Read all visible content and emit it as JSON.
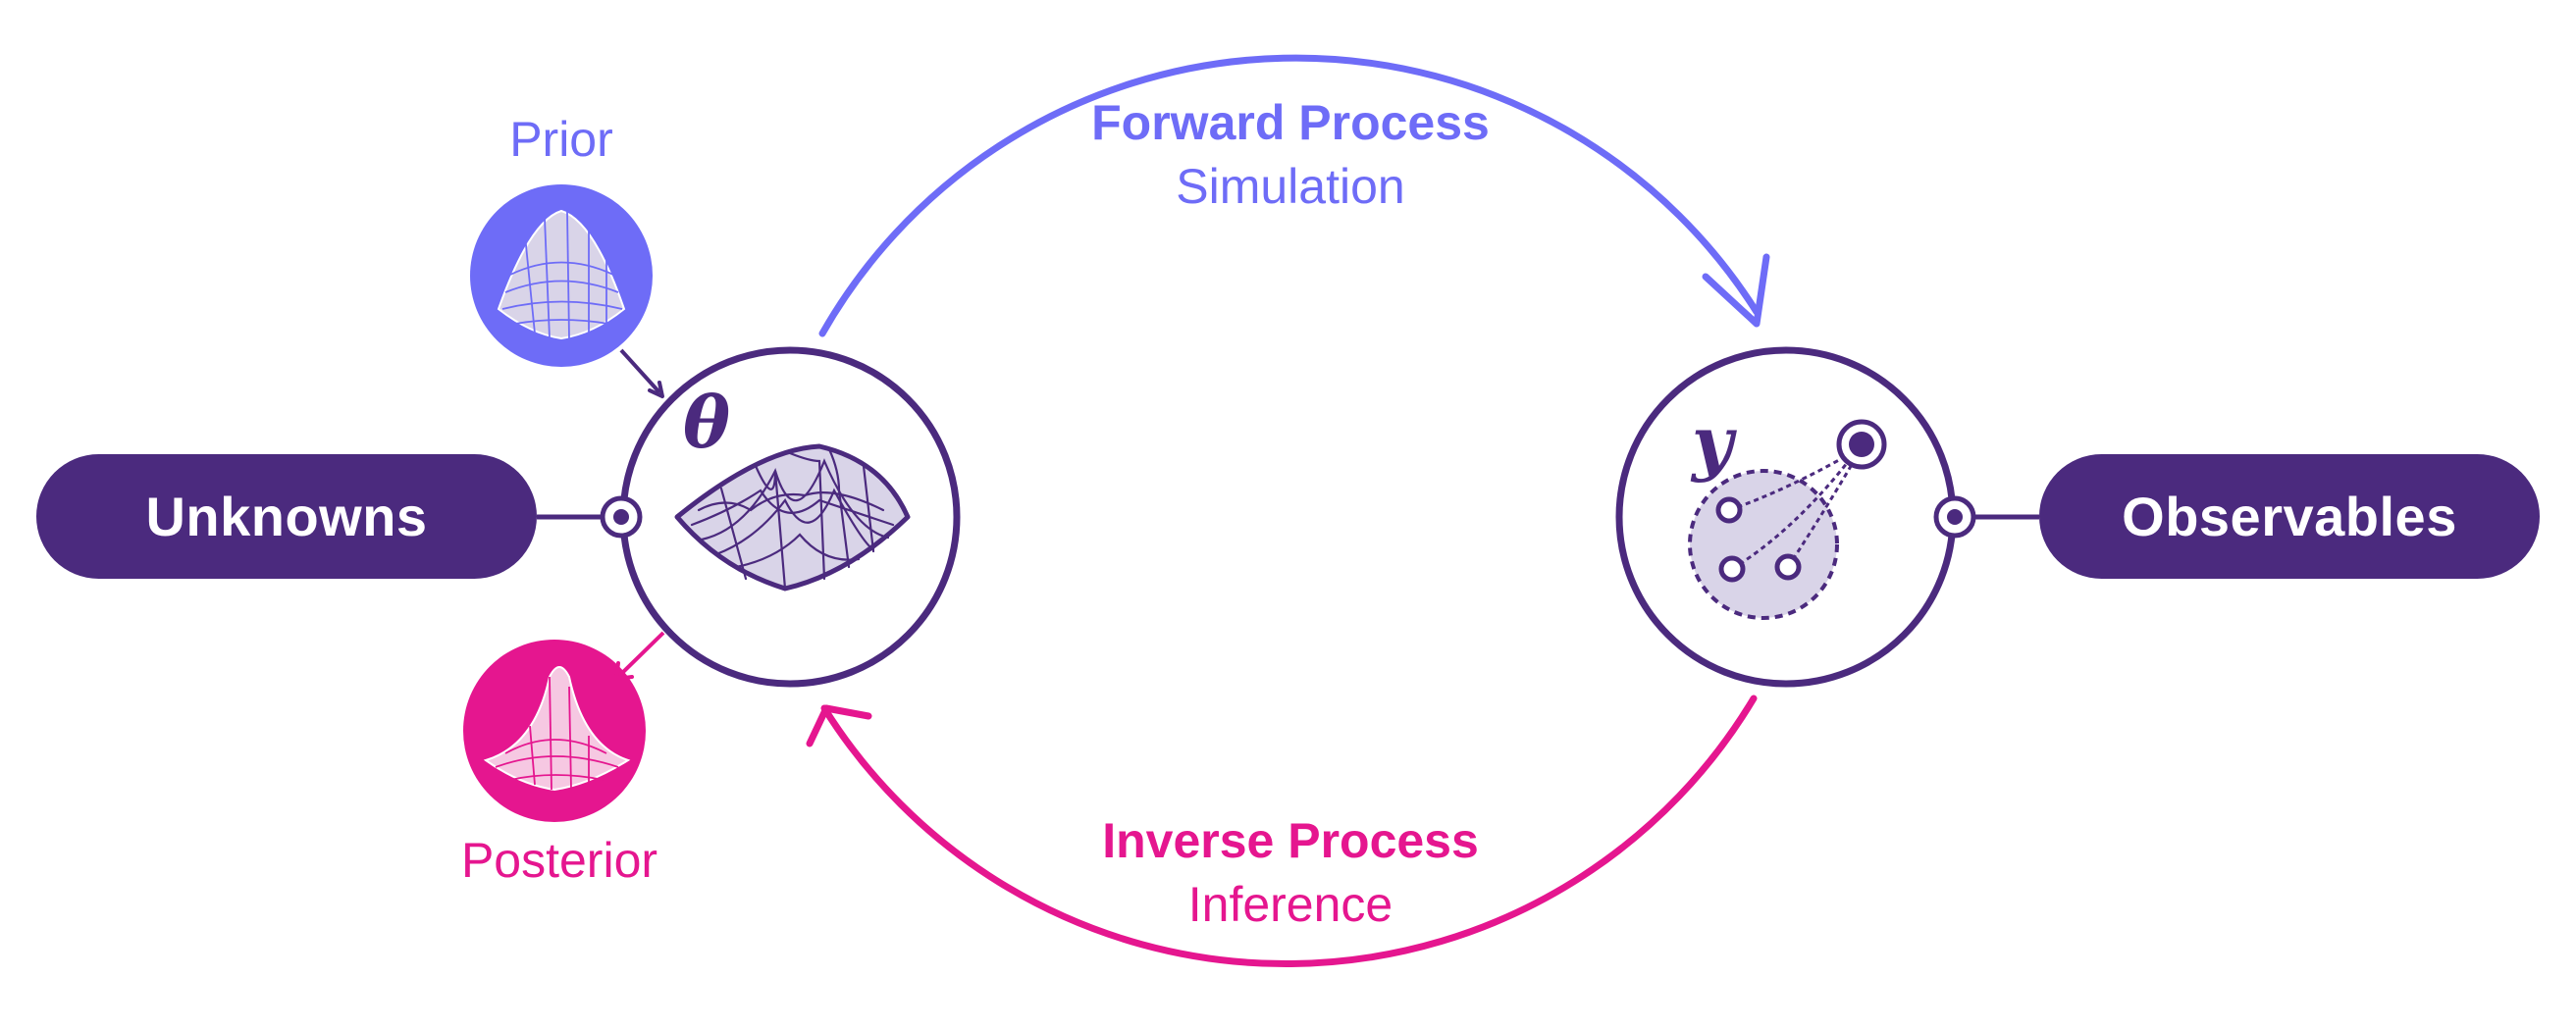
{
  "colors": {
    "purple": "#4b2a7e",
    "blue": "#6e6cf7",
    "pink": "#e5168f",
    "lavender": "#d9d4e8",
    "white": "#ffffff"
  },
  "nodes": {
    "unknowns": {
      "label": "Unknowns"
    },
    "observables": {
      "label": "Observables"
    },
    "theta": {
      "symbol": "θ",
      "icon": "multimodal-surface-icon"
    },
    "y": {
      "symbol": "y",
      "icon": "observation-cluster-icon"
    }
  },
  "distributions": {
    "prior": {
      "label": "Prior",
      "icon": "gaussian-surface-icon"
    },
    "posterior": {
      "label": "Posterior",
      "icon": "peaked-surface-icon"
    }
  },
  "processes": {
    "forward": {
      "title": "Forward Process",
      "subtitle": "Simulation"
    },
    "inverse": {
      "title": "Inverse Process",
      "subtitle": "Inference"
    }
  }
}
